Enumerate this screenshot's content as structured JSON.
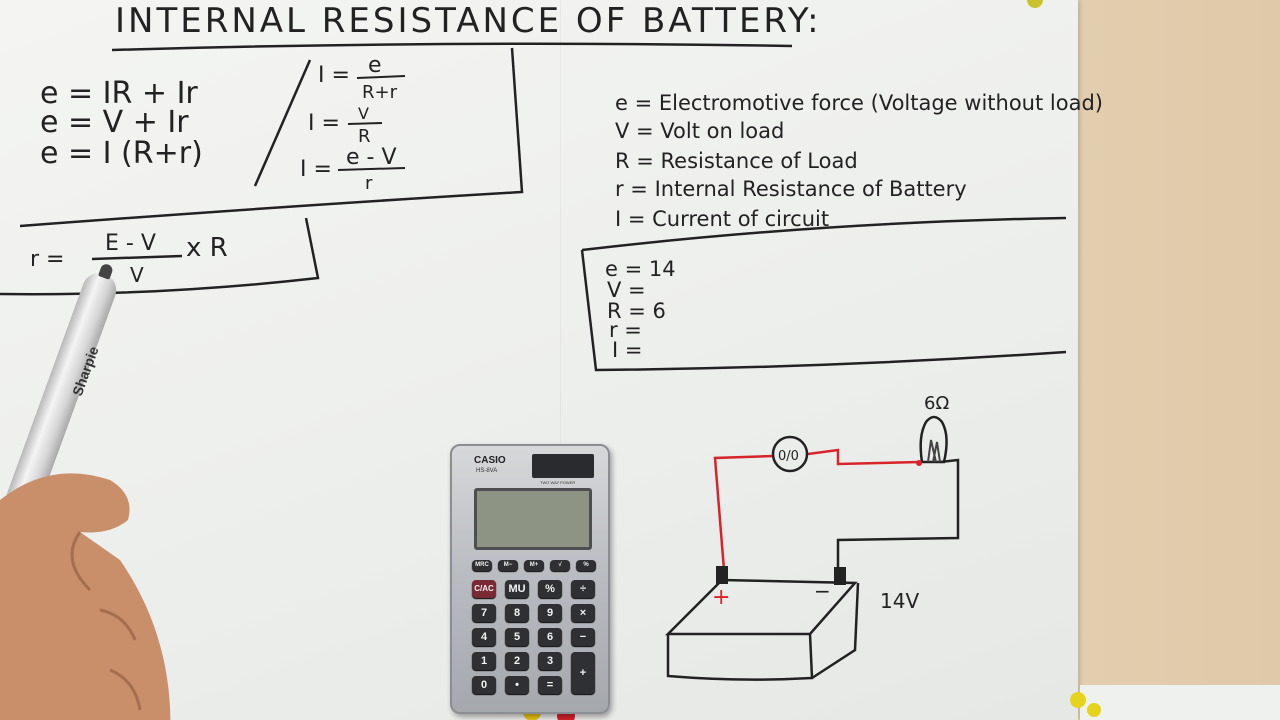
{
  "board": {
    "title": "INTERNAL RESISTANCE OF BATTERY:",
    "equations": [
      "e = IR + Ir",
      "e = V + Ir",
      "e = I (R+r)"
    ],
    "current_formulas": [
      {
        "lhs": "I =",
        "num": "e",
        "den": "R+r"
      },
      {
        "lhs": "I =",
        "num": "V",
        "den": "R"
      },
      {
        "lhs": "I =",
        "num": "e - V",
        "den": "r"
      }
    ],
    "resistance_formula": {
      "lhs": "r =",
      "num": "E - V",
      "den": "V",
      "tail": "x R"
    },
    "definitions": [
      "e = Electromotive force (Voltage without load)",
      "V = Volt on load",
      "R = Resistance of Load",
      "r = Internal Resistance of Battery",
      "I = Current of circuit"
    ],
    "given": [
      "e = 14",
      "V =",
      "R = 6",
      "r =",
      "I ="
    ],
    "circuit": {
      "bulb_label": "6Ω",
      "battery_label": "14V",
      "plus": "+",
      "minus": "−",
      "meter_symbol": "0/0"
    }
  },
  "calculator": {
    "brand": "CASIO",
    "model": "HS-8VA",
    "power_label": "TWO WAY POWER",
    "top_keys": [
      "MRC",
      "M−",
      "M+",
      "√",
      "%"
    ],
    "keys": [
      [
        "C/AC",
        "MU",
        "%",
        "÷"
      ],
      [
        "7",
        "8",
        "9",
        "×"
      ],
      [
        "4",
        "5",
        "6",
        "−"
      ],
      [
        "1",
        "2",
        "3",
        "+"
      ],
      [
        "0",
        "•",
        "="
      ]
    ]
  },
  "pen": {
    "brand": "Sharpie"
  },
  "colors": {
    "wire_red": "#d8232a",
    "ink": "#222222",
    "paper": "#f1f2f0",
    "table": "#e6d3b8"
  }
}
